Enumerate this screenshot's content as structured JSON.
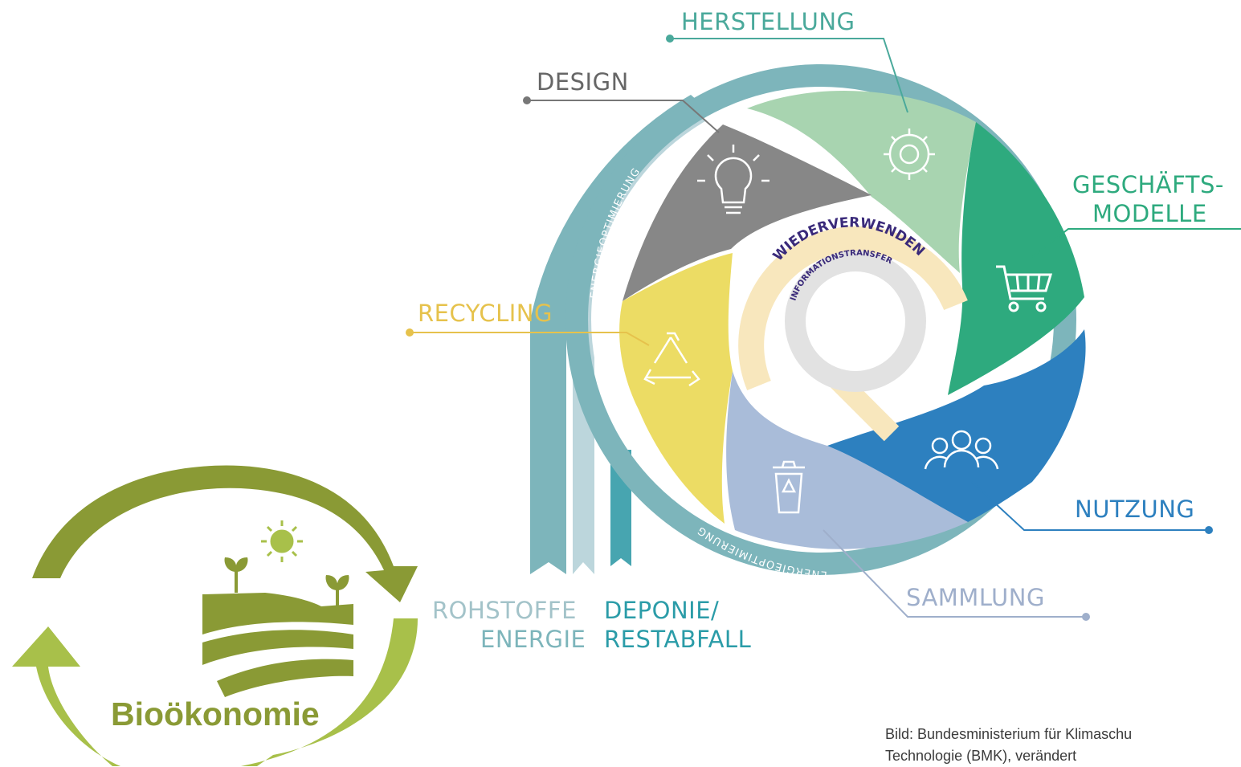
{
  "stages": {
    "herstellung": "HERSTELLUNG",
    "design": "DESIGN",
    "geschaefts_line1": "GESCHÄFTS-",
    "geschaefts_line2": "MODELLE",
    "recycling": "RECYCLING",
    "nutzung": "NUTZUNG",
    "sammlung": "SAMMLUNG"
  },
  "bottom": {
    "rohstoffe": "ROHSTOFFE",
    "energie": "ENERGIE",
    "deponie": "DEPONIE/",
    "restabfall": "RESTABFALL"
  },
  "ring": {
    "energieoptimierung": "ENERGIEOPTIMIERUNG"
  },
  "inner": {
    "wiederverwenden": "WIEDERVERWENDEN",
    "informationstransfer": "INFORMATIONSTRANSFER"
  },
  "bio": {
    "label": "Bioökonomie"
  },
  "credit": {
    "line1": "Bild: Bundesministerium für Klimaschu",
    "line2": "Technologie (BMK), verändert"
  },
  "colors": {
    "teal": "#7db5bb",
    "herstellung": "#a8d4b0",
    "design": "#878787",
    "geschaefts": "#2eaa7e",
    "nutzung": "#2d80bf",
    "sammlung": "#a9bcd9",
    "recycling": "#ecdc64",
    "bio_dark": "#8a9a35",
    "bio_light": "#a8c04a"
  },
  "icons": [
    "gear-icon",
    "lightbulb-icon",
    "shopping-cart-icon",
    "people-icon",
    "recycle-bin-icon",
    "recycle-icon",
    "sun-icon",
    "sprout-icon"
  ]
}
